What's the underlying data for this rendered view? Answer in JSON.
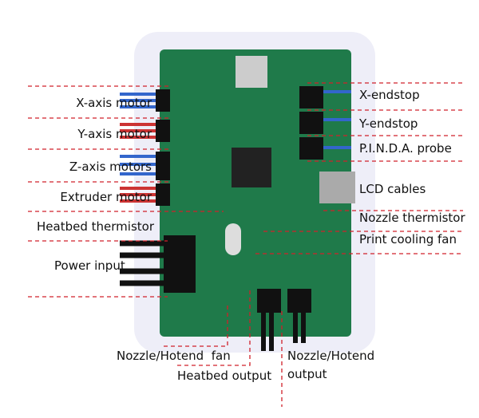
{
  "left_labels": [
    "X-axis motor",
    "Y-axis motor",
    "Z-axis motors",
    "Extruder motor",
    "Heatbed thermistor",
    "Power input"
  ],
  "right_labels": [
    "X-endstop",
    "Y-endstop",
    "P.I.N.D.A. probe",
    "LCD cables",
    "Nozzle thermistor",
    "Print cooling fan"
  ],
  "bottom_labels": {
    "fan": "Nozzle/Hotend  fan",
    "heatbed": "Heatbed output",
    "hotend_line1": "Nozzle/Hotend",
    "hotend_line2": "output"
  },
  "colors": {
    "board": "#1f7a4a",
    "line": "#d0202a"
  }
}
